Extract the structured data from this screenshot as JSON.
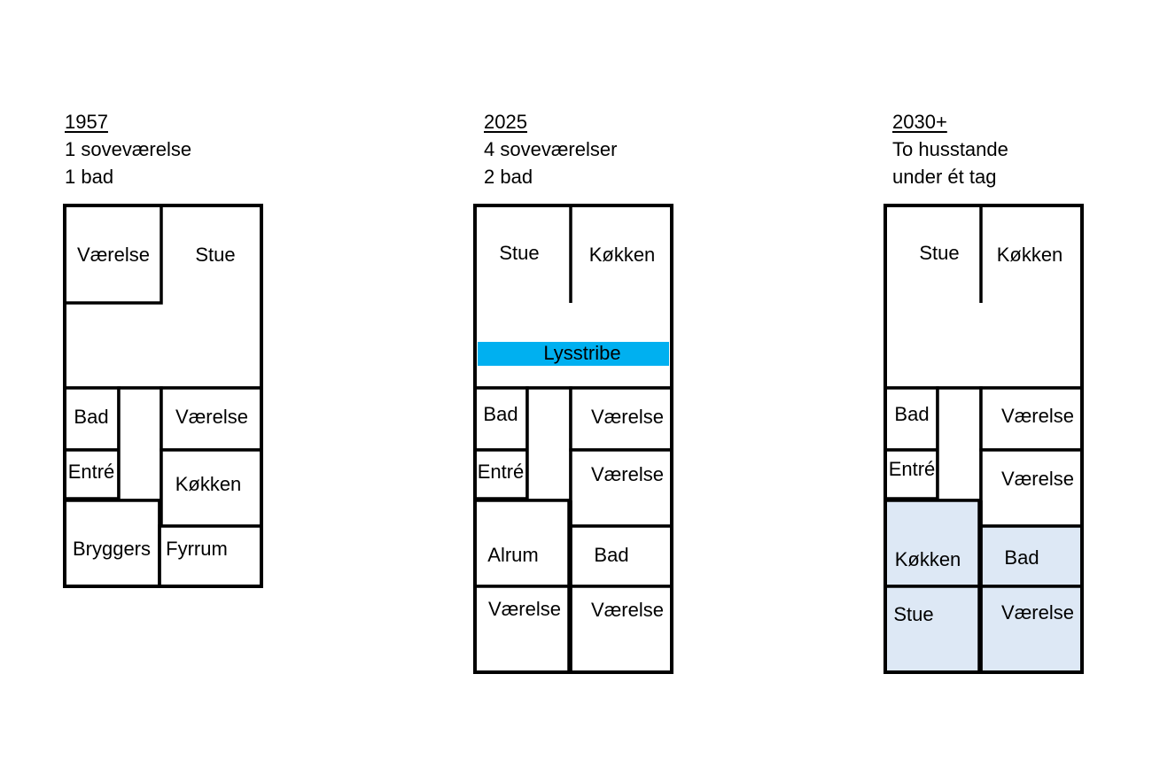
{
  "colors": {
    "stripe": "#00b0f0",
    "new_unit": "#dde8f5",
    "wall": "#000000"
  },
  "plans": [
    {
      "year": "1957",
      "line1": "1 soveværelse",
      "line2": "1 bad",
      "rooms": {
        "vaerelse_top": "Værelse",
        "stue": "Stue",
        "bad": "Bad",
        "vaerelse": "Værelse",
        "entre": "Entré",
        "koekken": "Køkken",
        "bryggers": "Bryggers",
        "fyrrum": "Fyrrum"
      }
    },
    {
      "year": "2025",
      "line1": "4 soveværelser",
      "line2": "2 bad",
      "rooms": {
        "stue": "Stue",
        "koekken": "Køkken",
        "lysstribe": "Lysstribe",
        "bad": "Bad",
        "vaerelse_1": "Værelse",
        "entre": "Entré",
        "vaerelse_2": "Værelse",
        "alrum": "Alrum",
        "bad_2": "Bad",
        "vaerelse_3": "Værelse",
        "vaerelse_4": "Værelse"
      }
    },
    {
      "year": "2030+",
      "line1": "To husstande",
      "line2": "under ét tag",
      "rooms": {
        "stue": "Stue",
        "koekken": "Køkken",
        "bad": "Bad",
        "vaerelse_1": "Værelse",
        "entre": "Entré",
        "vaerelse_2": "Værelse",
        "koekken_2": "Køkken",
        "bad_2": "Bad",
        "stue_2": "Stue",
        "vaerelse_3": "Værelse"
      }
    }
  ]
}
